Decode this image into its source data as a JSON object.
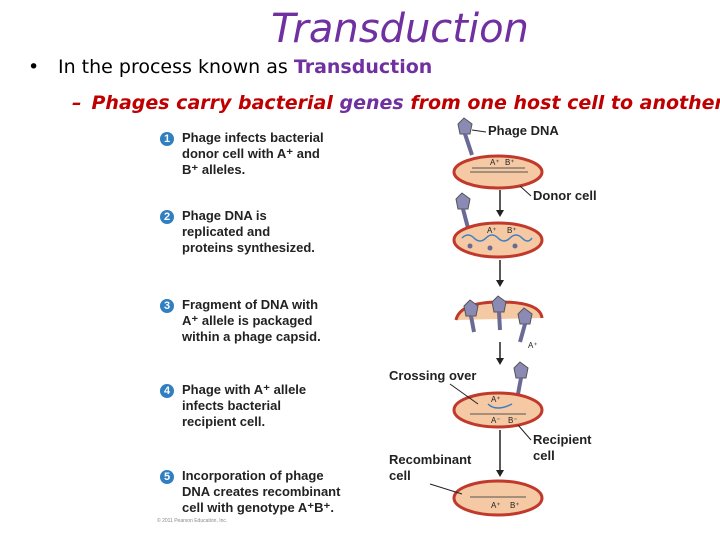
{
  "title": "Transduction",
  "bullet": {
    "text": "In the process known as ",
    "highlight": "Transduction"
  },
  "sub": {
    "dash": "–",
    "part1": "Phages carry bacterial ",
    "highlight": "genes",
    "part2": " from one host cell to another"
  },
  "steps": [
    {
      "number": "1",
      "text": "Phage infects bacterial\ndonor cell with A⁺ and\nB⁺ alleles."
    },
    {
      "number": "2",
      "text": "Phage DNA is\nreplicated and\nproteins synthesized."
    },
    {
      "number": "3",
      "text": "Fragment of DNA with\nA⁺ allele is packaged\nwithin a phage capsid."
    },
    {
      "number": "4",
      "text": "Phage with A⁺ allele\ninfects bacterial\nrecipient cell."
    },
    {
      "number": "5",
      "text": "Incorporation of phage\nDNA creates recombinant\ncell with genotype A⁺B⁺."
    }
  ],
  "labels": {
    "phage_dna": "Phage DNA",
    "donor_cell": "Donor cell",
    "crossing_over": "Crossing over",
    "recipient_cell_1": "Recipient",
    "recipient_cell_2": "cell",
    "recombinant_1": "Recombinant",
    "recombinant_2": "cell"
  },
  "genes": {
    "a_plus": "A⁺",
    "b_plus": "B⁺",
    "a_minus": "A⁻",
    "b_minus": "B⁻"
  },
  "credit": "© 2011 Pearson Education, Inc.",
  "colors": {
    "title": "#7030a0",
    "subtitle": "#c00000",
    "step_circle": "#2f7fc1",
    "cell_fill": "#f4c9a3",
    "cell_border": "#c0392b",
    "phage": "#8a8ab5"
  }
}
